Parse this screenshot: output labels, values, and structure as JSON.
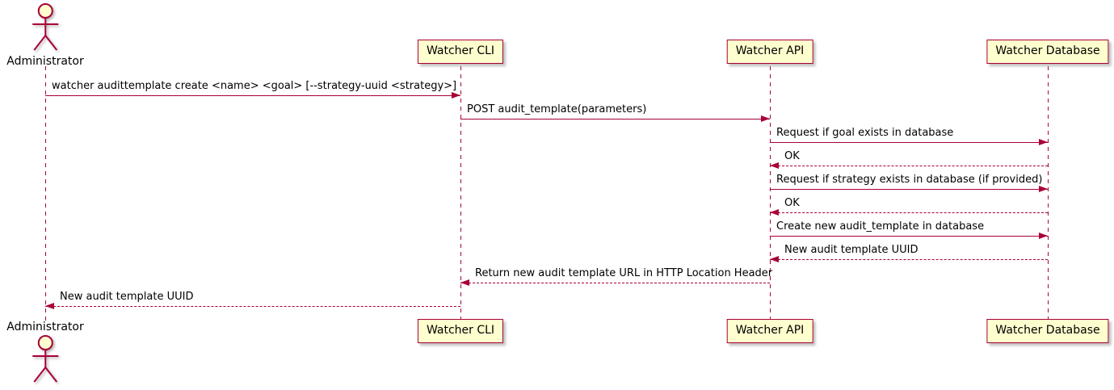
{
  "diagram": {
    "type": "sequence",
    "style": "plantuml",
    "colors": {
      "participant_fill": "#FEFECE",
      "line_color": "#A80036",
      "text_color": "#000000",
      "background": "#FFFFFF"
    },
    "participants": [
      {
        "name": "Administrator",
        "kind": "actor"
      },
      {
        "name": "Watcher CLI",
        "kind": "participant"
      },
      {
        "name": "Watcher API",
        "kind": "participant"
      },
      {
        "name": "Watcher Database",
        "kind": "participant"
      }
    ],
    "messages": [
      {
        "from": "Administrator",
        "to": "Watcher CLI",
        "label": "watcher audittemplate create <name> <goal> [--strategy-uuid <strategy>]",
        "line": "solid"
      },
      {
        "from": "Watcher CLI",
        "to": "Watcher API",
        "label": "POST audit_template(parameters)",
        "line": "solid"
      },
      {
        "from": "Watcher API",
        "to": "Watcher Database",
        "label": "Request if goal exists in database",
        "line": "solid"
      },
      {
        "from": "Watcher Database",
        "to": "Watcher API",
        "label": "OK",
        "line": "dashed"
      },
      {
        "from": "Watcher API",
        "to": "Watcher Database",
        "label": "Request if strategy exists in database (if provided)",
        "line": "solid"
      },
      {
        "from": "Watcher Database",
        "to": "Watcher API",
        "label": "OK",
        "line": "dashed"
      },
      {
        "from": "Watcher API",
        "to": "Watcher Database",
        "label": "Create new audit_template in database",
        "line": "solid"
      },
      {
        "from": "Watcher Database",
        "to": "Watcher API",
        "label": "New audit template UUID",
        "line": "dashed"
      },
      {
        "from": "Watcher API",
        "to": "Watcher CLI",
        "label": "Return new audit template URL in HTTP Location Header",
        "line": "dashed"
      },
      {
        "from": "Watcher CLI",
        "to": "Administrator",
        "label": "New audit template UUID",
        "line": "dashed"
      }
    ]
  }
}
